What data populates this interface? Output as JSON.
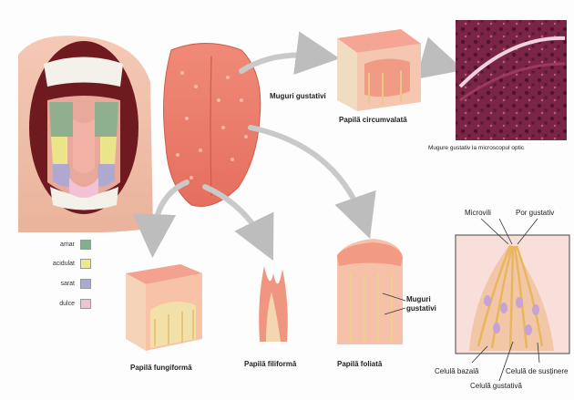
{
  "labels": {
    "taste_buds_top": "Muguri gustativi",
    "circumvallate": "Papilă circumvalată",
    "micro_caption": "Mugure gustativ la microscopul optic",
    "fungiform": "Papilă fungiformă",
    "filiform": "Papilă filiformă",
    "foliate": "Papilă foliată",
    "taste_buds_foliate_1": "Muguri",
    "taste_buds_foliate_2": "gustativi",
    "microvilli": "Microvili",
    "taste_pore": "Por gustativ",
    "basal_cell": "Celulă bazală",
    "support_cell": "Celulă de susținere",
    "gustatory_cell": "Celulă gustativă"
  },
  "legend": [
    {
      "label": "amar",
      "color": "#7fb08c"
    },
    {
      "label": "acidulat",
      "color": "#ecea8a"
    },
    {
      "label": "sarat",
      "color": "#a9a9d8"
    },
    {
      "label": "dulce",
      "color": "#f1c2d6"
    }
  ]
}
